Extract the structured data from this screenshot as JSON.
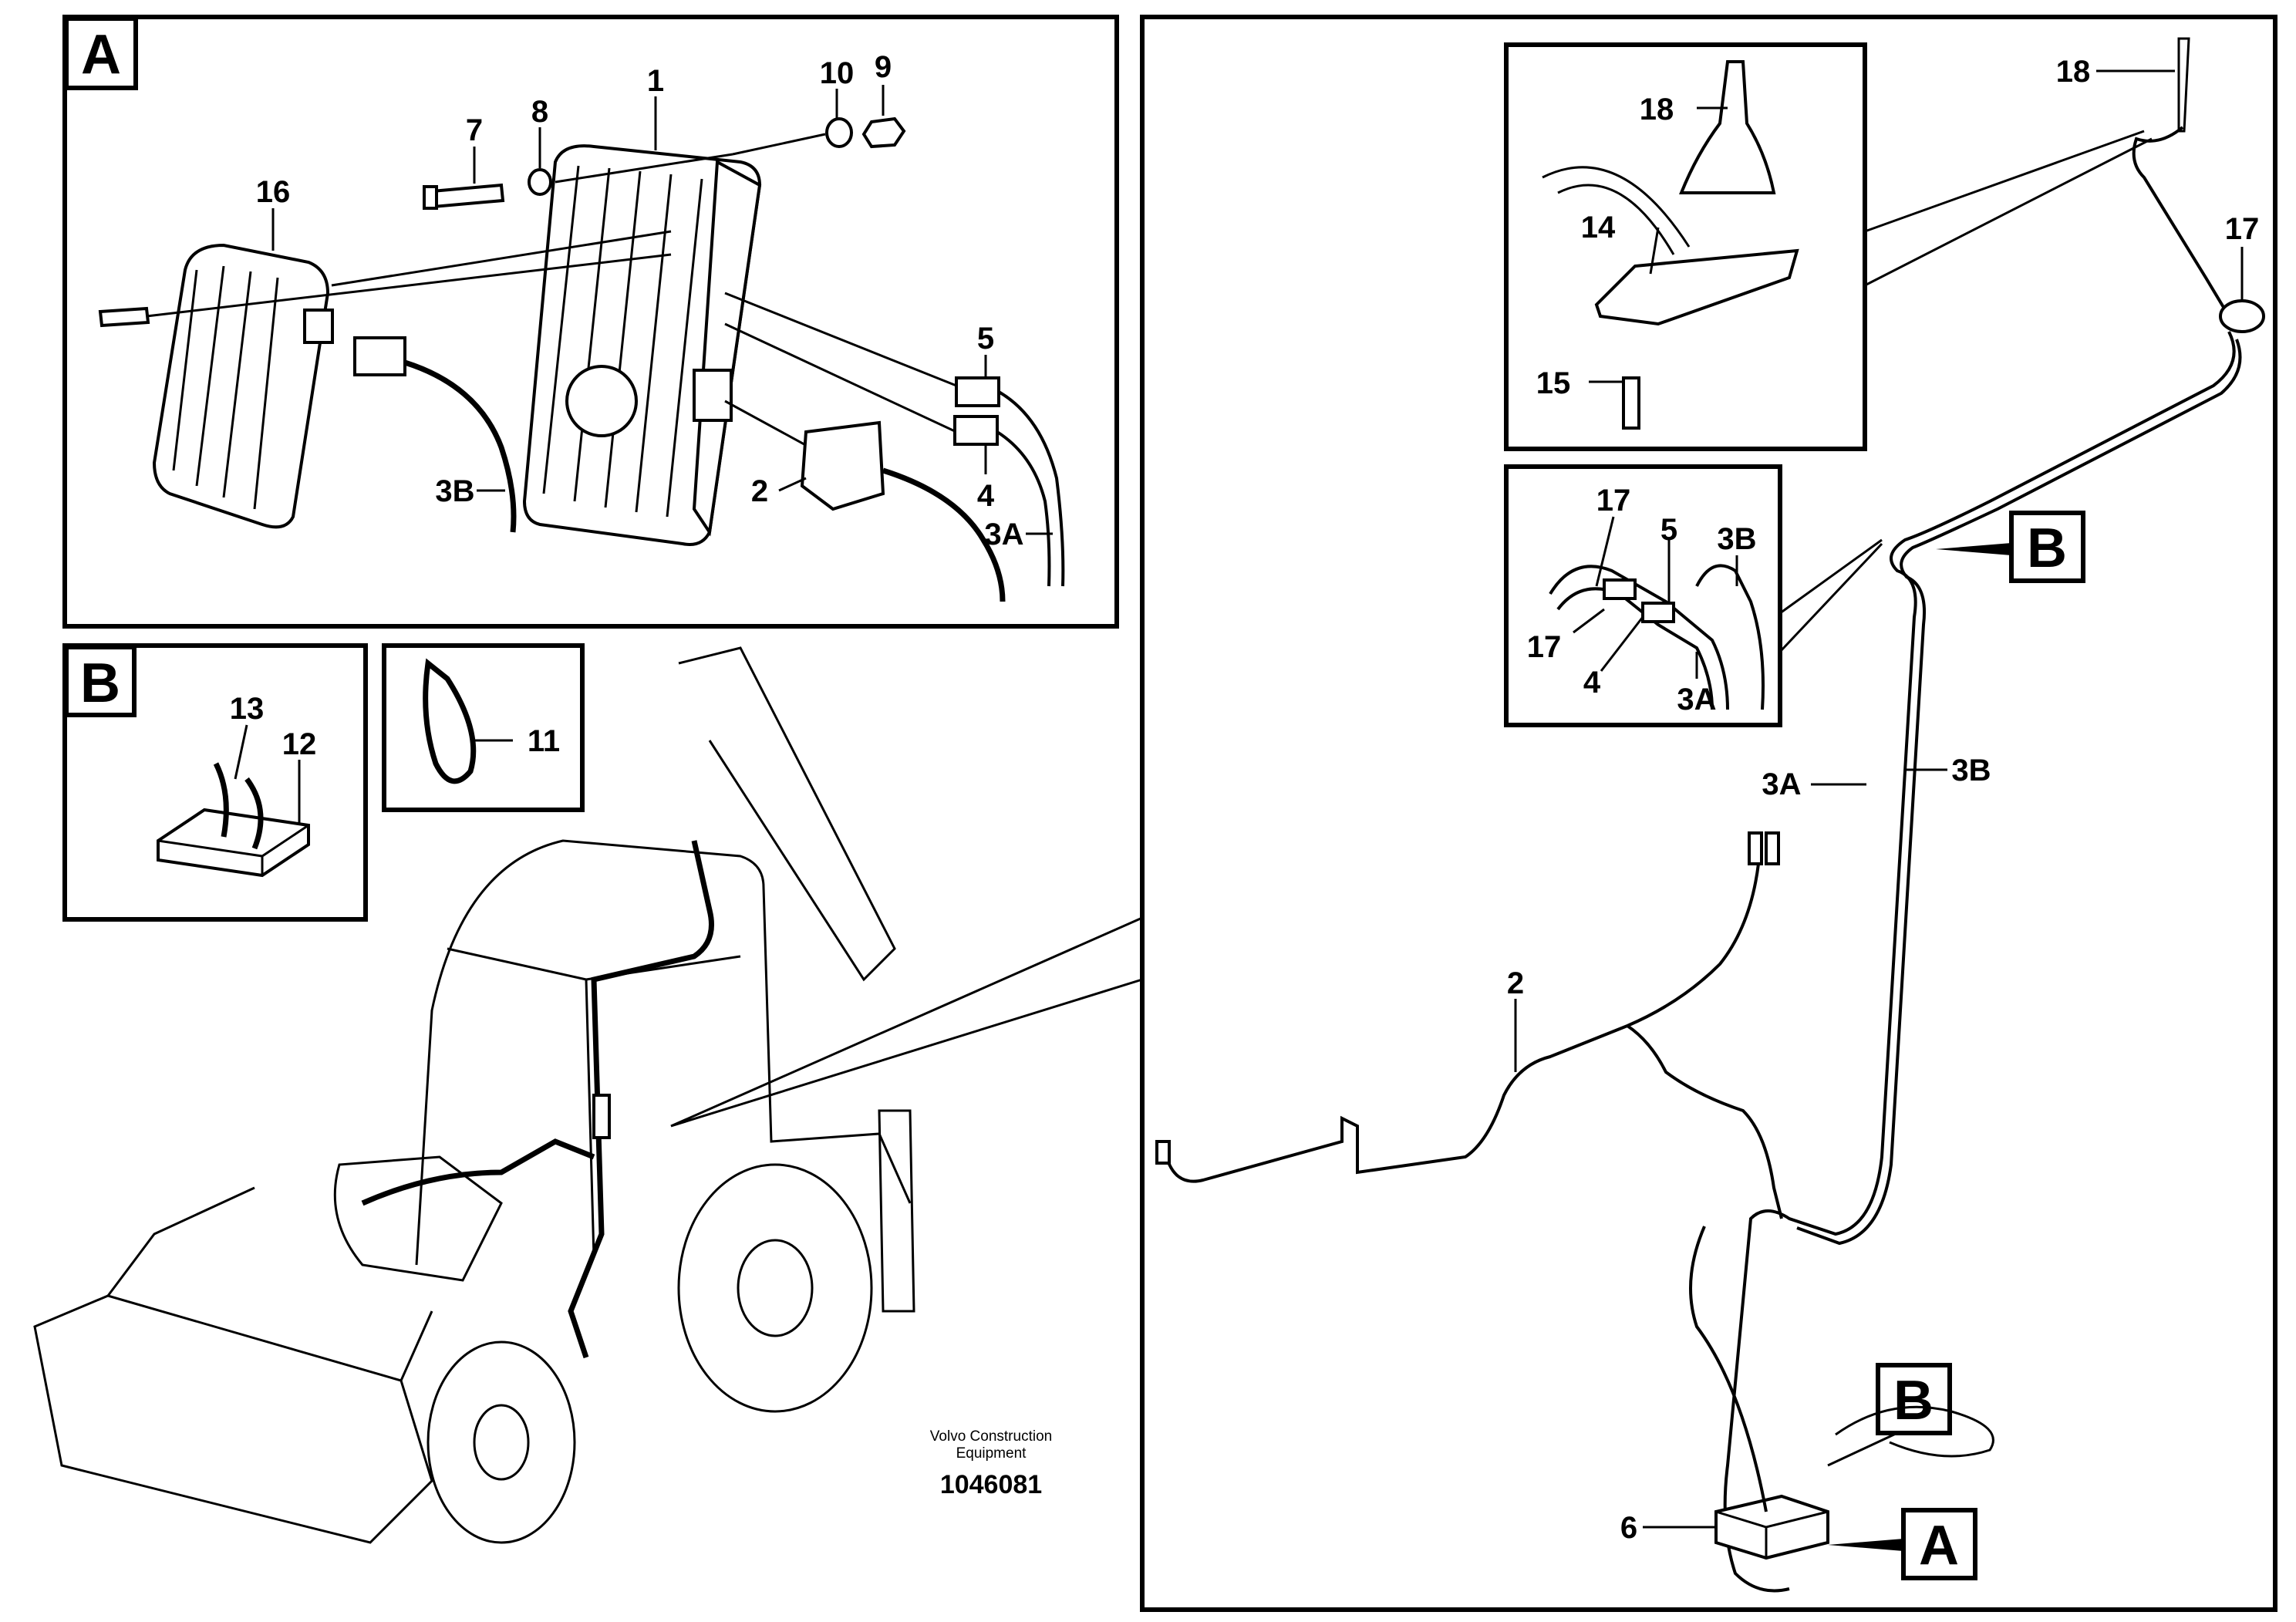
{
  "panels": {
    "a": {
      "letter": "A",
      "callouts": [
        "1",
        "2",
        "3A",
        "3B",
        "4",
        "5",
        "7",
        "8",
        "9",
        "10",
        "16"
      ]
    },
    "b": {
      "letter": "B",
      "callouts": [
        "12",
        "13"
      ]
    },
    "tie": {
      "callouts": [
        "11"
      ]
    },
    "main": {
      "callouts": [
        "2",
        "3A",
        "3B",
        "6",
        "17",
        "18"
      ],
      "refs": [
        "A",
        "B",
        "B"
      ],
      "antenna_inset": {
        "callouts": [
          "14",
          "15",
          "18"
        ]
      },
      "connector_inset": {
        "callouts": [
          "17",
          "5",
          "3B",
          "17",
          "4",
          "3A"
        ]
      }
    }
  },
  "footer": {
    "credit_line1": "Volvo Construction",
    "credit_line2": "Equipment",
    "doc_number": "1046081"
  }
}
